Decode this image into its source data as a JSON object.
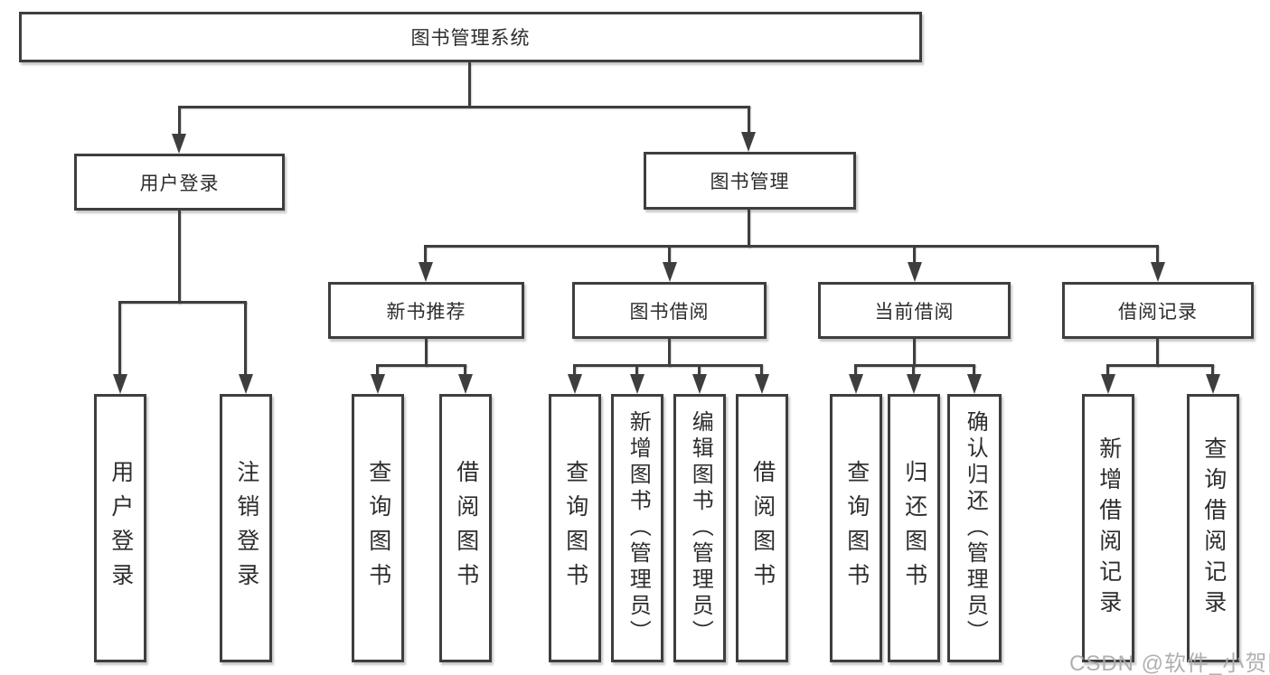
{
  "diagram": {
    "title": "图书管理系统",
    "level2": {
      "user_login": "用户登录",
      "book_management": "图书管理"
    },
    "level3": {
      "new_book_recommend": "新书推荐",
      "book_borrow": "图书借阅",
      "current_borrow": "当前借阅",
      "borrow_records": "借阅记录"
    },
    "leaves": {
      "user_login_login": "用户登录",
      "user_login_logout": "注销登录",
      "recommend_query_books": "查询图书",
      "recommend_borrow_books": "借阅图书",
      "borrow_query_books": "查询图书",
      "borrow_add_books": "新增图书（管理员）",
      "borrow_edit_books": "编辑图书（管理员）",
      "borrow_borrow_books": "借阅图书",
      "current_query_books": "查询图书",
      "current_return_books": "归还图书",
      "current_confirm_return": "确认归还（管理员）",
      "records_add_record": "新增借阅记录",
      "records_query_record": "查询借阅记录"
    },
    "watermark": "CSDN @软件_小贺同学"
  },
  "colors": {
    "line": "#3e3e3e",
    "text": "#2d2d2d",
    "watermark": "#acacac",
    "background": "#ffffff"
  }
}
